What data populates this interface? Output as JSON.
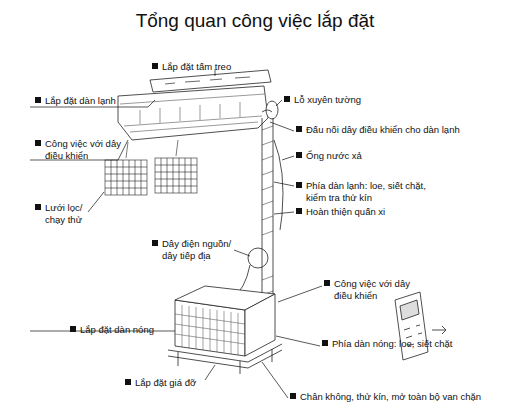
{
  "diagram": {
    "title": "Tổng quan công việc lắp đặt",
    "labels": [
      "Lắp đặt tấm treo",
      "Lắp đặt dàn lạnh",
      "Công việc với dây điều khiển",
      "Lưới lọc/ chạy thử",
      "Lỗ xuyên tường",
      "Đấu nối dây điều khiển cho dàn lạnh",
      "Ống nước xả",
      "Phía dàn lạnh: loe, siết chặt, kiểm tra thử kín",
      "Hoàn thiện quấn xi",
      "Dây điện nguồn/ dây tiếp địa",
      "Công việc với dây điều khiển",
      "Lắp đặt dàn nóng",
      "Phía dàn nóng: loe, siết chặt",
      "Lắp đặt giá đỡ",
      "Chân không, thử kín, mở toàn bộ van chặn"
    ]
  }
}
